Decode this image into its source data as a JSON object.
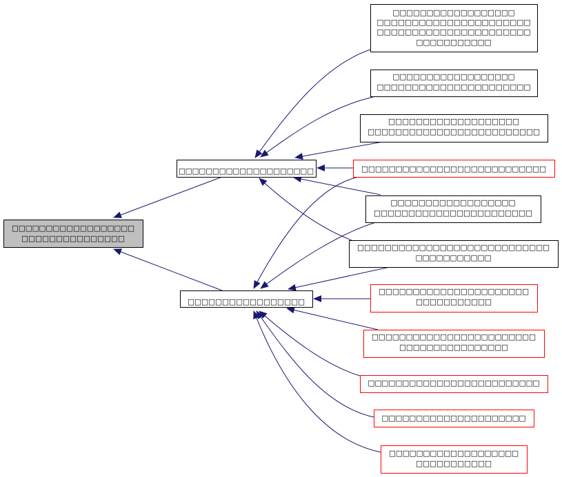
{
  "colors": {
    "edge": "#191970",
    "root_fill": "#bfbfbf",
    "border_documented": "#000000",
    "border_undocumented": "#ff0000"
  },
  "nodes": [
    {
      "id": "root",
      "lines": [
        "□□□□□□□□□□□□□□□□□□",
        "□□□□□□□□□□□□□□□"
      ]
    },
    {
      "id": "a",
      "lines": [
        "□□□□□□□□□□□□□□□□□□□□"
      ]
    },
    {
      "id": "b",
      "lines": [
        "□□□□□□□□□□□□□□□□□"
      ]
    },
    {
      "id": "r1",
      "lines": [
        "□□□□□□□□□□□□□□□□□□",
        "□□□□□□□□□□□□□□□□□□□□□□",
        "□□□□□□□□□□□□□□□□□□□□□□",
        "□□□□□□□□□□□"
      ]
    },
    {
      "id": "r2",
      "lines": [
        "□□□□□□□□□□□□□□□□□□",
        "□□□□□□□□□□□□□□□□□□□□□□"
      ]
    },
    {
      "id": "r3",
      "lines": [
        "□□□□□□□□□□□□□□□□□□□",
        "□□□□□□□□□□□□□□□□□□□□□□□□□"
      ]
    },
    {
      "id": "r4",
      "lines": [
        "□□□□□□□□□□□□□□□□□□□□□□□□□□□"
      ]
    },
    {
      "id": "r5",
      "lines": [
        "□□□□□□□□□□□□□□□□□□",
        "□□□□□□□□□□□□□□□□□□□□□□□"
      ]
    },
    {
      "id": "r6",
      "lines": [
        "□□□□□□□□□□□□□□□□□□□□□□□□□□□□",
        "□□□□□□□□□□□"
      ]
    },
    {
      "id": "r7",
      "lines": [
        "□□□□□□□□□□□□□□□□□□□□□□",
        "□□□□□□□□□□□"
      ]
    },
    {
      "id": "r8",
      "lines": [
        "□□□□□□□□□□□□□□□□□□□□□□□□",
        "□□□□□□□□□□□□□□□□"
      ]
    },
    {
      "id": "r9",
      "lines": [
        "□□□□□□□□□□□□□□□□□□□□□□□□□"
      ]
    },
    {
      "id": "r10",
      "lines": [
        "□□□□□□□□□□□□□□□□□□□□□"
      ]
    },
    {
      "id": "r11",
      "lines": [
        "□□□□□□□□□□□□□□□□□□□",
        "□□□□□□□□□□□"
      ]
    }
  ]
}
